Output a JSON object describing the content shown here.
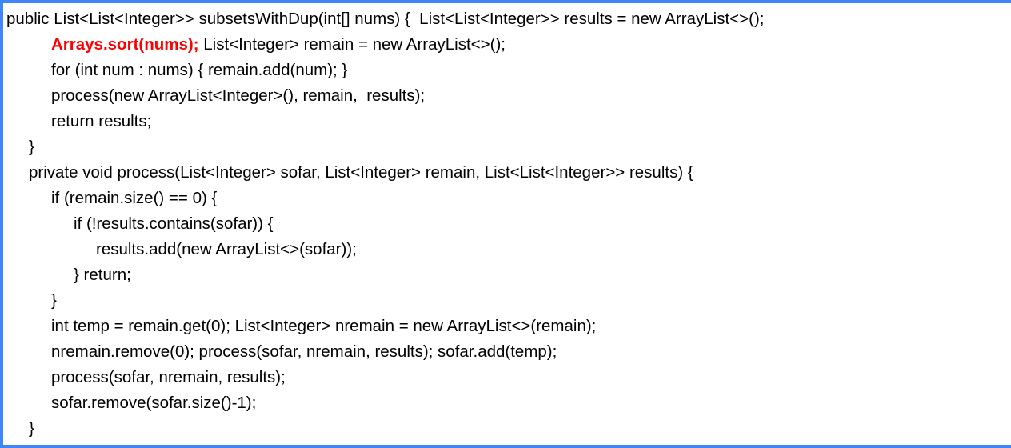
{
  "editor": {
    "language": "java",
    "frame_border_color": "#4285F4",
    "background_color": "#ffffff",
    "text_color": "#000000",
    "highlight_color": "#FF0000",
    "line_count": 15,
    "lines": [
      {
        "indent": 0,
        "text": "public List<List<Integer>> subsetsWithDup(int[] nums) {  List<List<Integer>> results = new ArrayList<>();"
      },
      {
        "indent": 2,
        "highlight": "Arrays.sort(nums);",
        "text": " List<Integer> remain = new ArrayList<>();"
      },
      {
        "indent": 2,
        "text": "for (int num : nums) { remain.add(num); }"
      },
      {
        "indent": 2,
        "text": "process(new ArrayList<Integer>(), remain,  results);"
      },
      {
        "indent": 2,
        "text": "return results;"
      },
      {
        "indent": 1,
        "text": "}"
      },
      {
        "indent": 1,
        "text": "private void process(List<Integer> sofar, List<Integer> remain, List<List<Integer>> results) {"
      },
      {
        "indent": 2,
        "text": "if (remain.size() == 0) {"
      },
      {
        "indent": 3,
        "text": "if (!results.contains(sofar)) {"
      },
      {
        "indent": 4,
        "text": "results.add(new ArrayList<>(sofar));"
      },
      {
        "indent": 3,
        "text": "} return;"
      },
      {
        "indent": 2,
        "text": "}"
      },
      {
        "indent": 2,
        "text": "int temp = remain.get(0); List<Integer> nremain = new ArrayList<>(remain);"
      },
      {
        "indent": 2,
        "text": "nremain.remove(0); process(sofar, nremain, results); sofar.add(temp);"
      },
      {
        "indent": 2,
        "text": "process(sofar, nremain, results);"
      },
      {
        "indent": 2,
        "text": "sofar.remove(sofar.size()-1);"
      },
      {
        "indent": 1,
        "text": "}"
      }
    ]
  }
}
